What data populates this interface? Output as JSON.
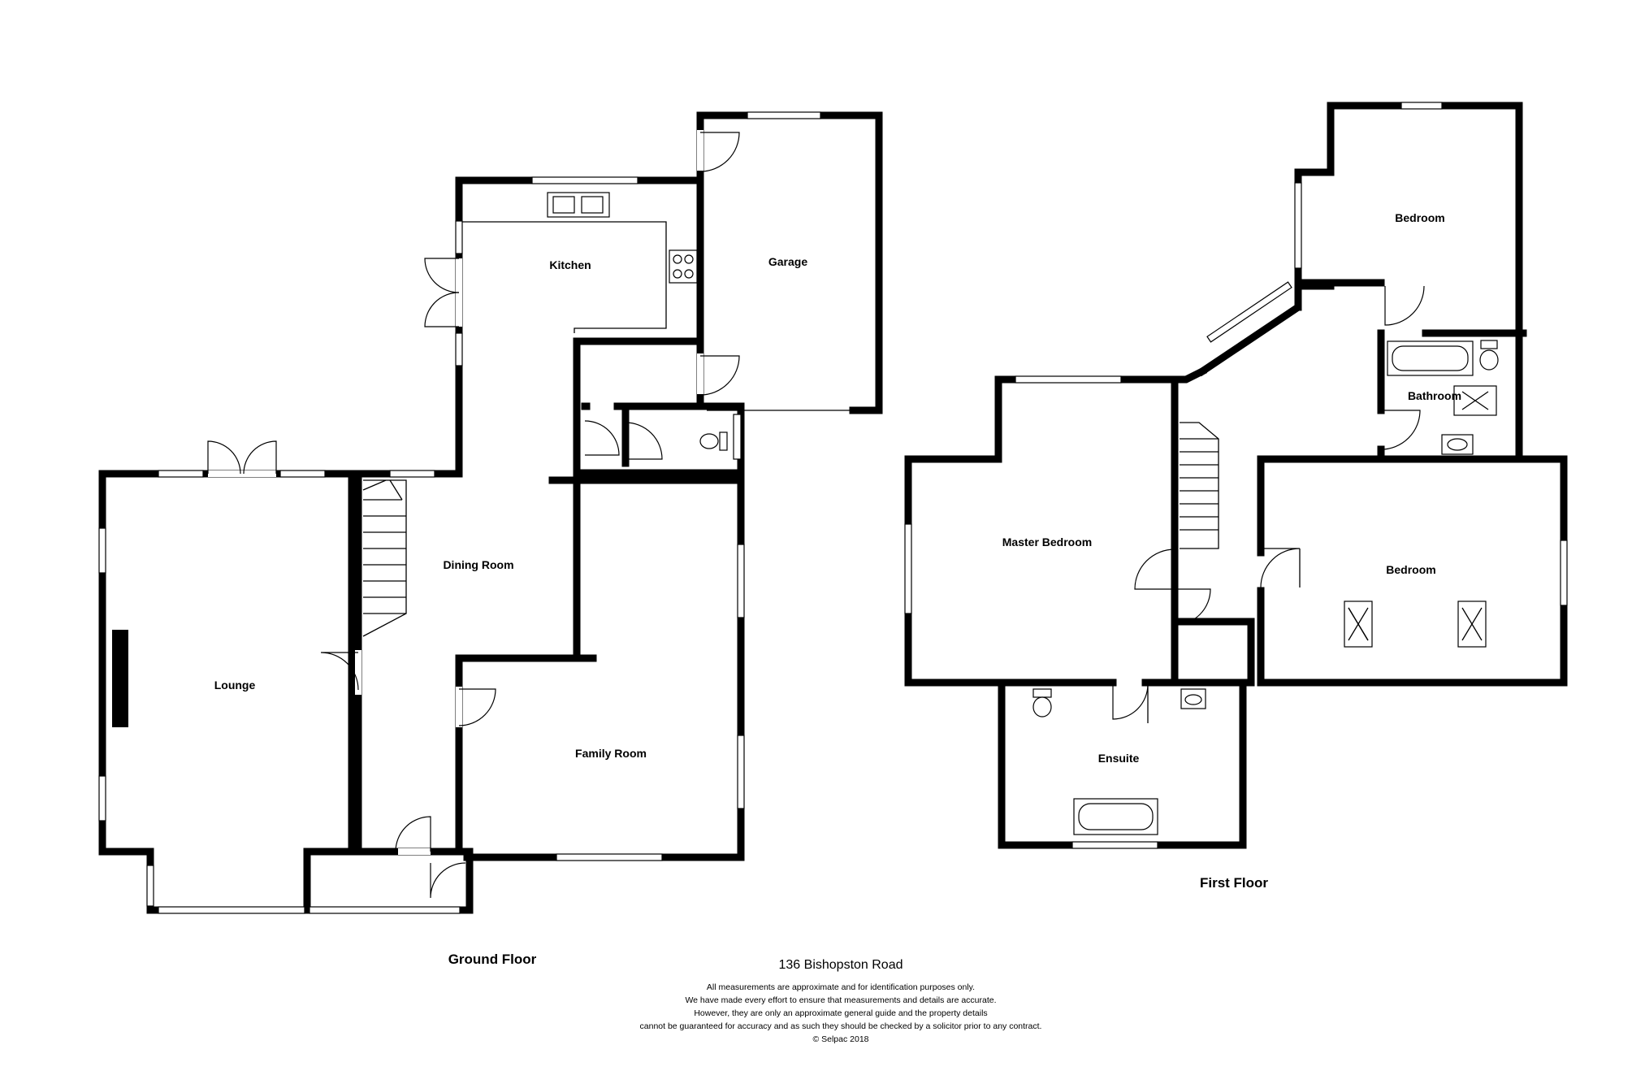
{
  "ground_floor": {
    "label": "Ground Floor",
    "rooms": {
      "kitchen": "Kitchen",
      "garage": "Garage",
      "dining_room": "Dining Room",
      "lounge": "Lounge",
      "family_room": "Family Room"
    }
  },
  "first_floor": {
    "label": "First Floor",
    "rooms": {
      "bedroom_top": "Bedroom",
      "bathroom": "Bathroom",
      "master_bedroom": "Master Bedroom",
      "bedroom_right": "Bedroom",
      "ensuite": "Ensuite"
    }
  },
  "footer": {
    "address": "136 Bishopston Road",
    "disclaimer": [
      "All measurements are approximate and for identification purposes only.",
      "We have made every effort to ensure that measurements and details are accurate.",
      "However, they are only an approximate general guide and the property details",
      "cannot be guaranteed for accuracy and as such they should be checked by a solicitor prior to any contract.",
      "© Selpac 2018"
    ]
  }
}
